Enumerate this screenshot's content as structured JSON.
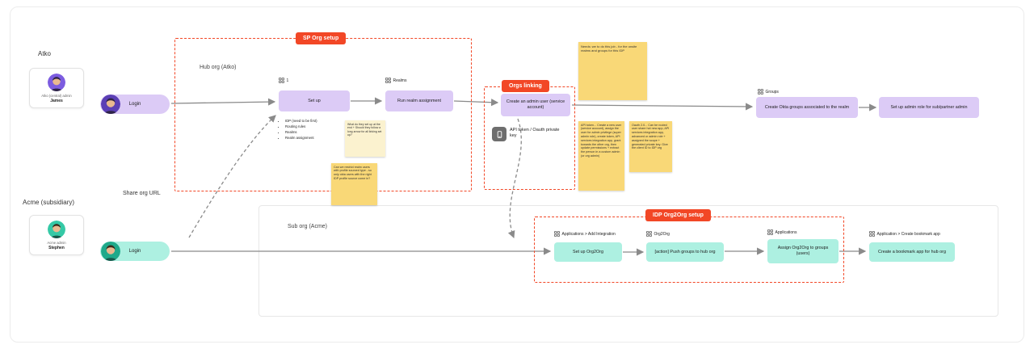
{
  "actors": {
    "atko": {
      "org_label": "Atko",
      "role": "Atko (central) admin",
      "name": "James"
    },
    "acme": {
      "org_label": "Acme (subsidiary)",
      "role": "Acme admin",
      "name": "Stephen"
    }
  },
  "labels": {
    "share_org_url": "Share org URL",
    "hub_org_frame": "Hub org (Atko)",
    "sub_org_frame": "Sub org (Acme)"
  },
  "tags": {
    "sp_org_setup": "SP Org setup",
    "orgs_linking": "Orgs linking",
    "idp_org2org_setup": "IDP Org2Org setup"
  },
  "nodes": {
    "login_top": {
      "label": "Login"
    },
    "login_bottom": {
      "label": "Login"
    },
    "setup": {
      "header": "1",
      "label": "Set up"
    },
    "realms": {
      "header": "Realms",
      "label": "Run realm assignment"
    },
    "admin_user": {
      "label": "Create an admin user (service account)"
    },
    "api_token": {
      "label": "API token / Oauth private key"
    },
    "groups": {
      "header": "Groups",
      "label": "Create Okta groups associated to the realm"
    },
    "admin_role": {
      "label": "Set up admin role for sub/partner admin"
    },
    "org2org": {
      "header": "Applications > Add Integration",
      "label": "Set up Org2Org"
    },
    "push_groups": {
      "header": "Org2Org",
      "label": "[action] Push groups to hub org"
    },
    "assign_groups": {
      "header": "Applications",
      "label": "Assign Org2Org to groups (users)"
    },
    "bookmark": {
      "header": "Application > Create bookmark app",
      "label": "Create a bookmark app for hub org"
    }
  },
  "notes": {
    "setup_list": [
      "IDP (need to be first)",
      "Routing rules",
      "Realms",
      "Realm assignment"
    ],
    "setup_question": "What do they set up at the end + Should they follow a long arrow for all linking set up?",
    "realm_question": "Can we restrict realm users with profile sourced type - so only okta users with the right IDP profile source come in?",
    "needs": "Needs: we to do this job - for the onsite realms and groups for this IDP",
    "api_token_steps": "API token... Create a new user (service account), assign the user for admin privilege (super admin role), create token, API services integration app, grant towards the other org, then update permissions + extract the person in a custom admin (or org admin)",
    "oauth_steps": "Oauth 2.0... Can be routed user share hot new app, API services integration app, advanced or admin role + assigned the scope + generated private key. Give the client ID to IDP org"
  },
  "colors": {
    "node_purple": "#DCCBF6",
    "node_teal": "#ADF0E1",
    "tag_red": "#F24726",
    "sticky_yellow": "#F9D877",
    "sticky_light": "#FBF2CF",
    "connector_gray": "#8a8a8a"
  }
}
